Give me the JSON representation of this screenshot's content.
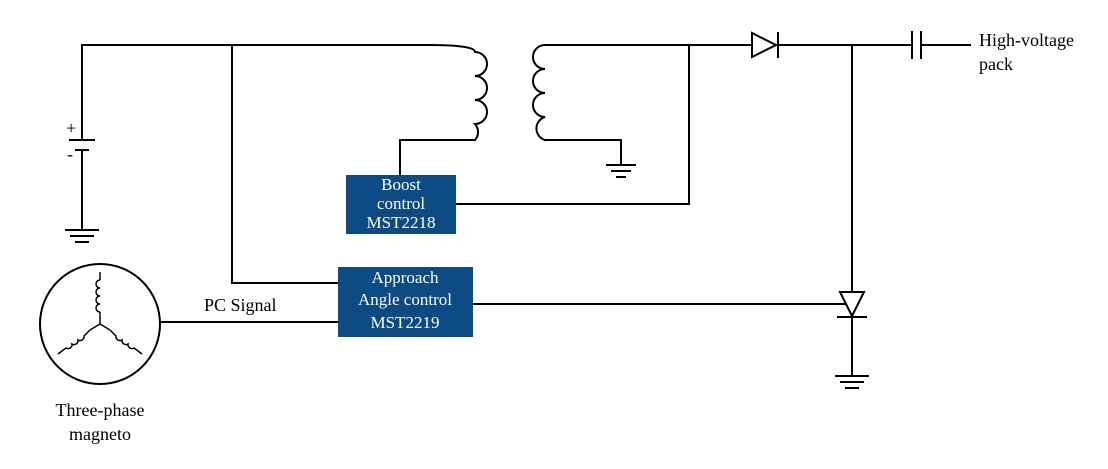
{
  "blocks": {
    "boost": {
      "lines": [
        "Boost",
        "control",
        "MST2218"
      ]
    },
    "angle": {
      "lines": [
        "Approach",
        "Angle control",
        "MST2219"
      ]
    }
  },
  "labels": {
    "hv_pack": [
      "High-voltage",
      "pack"
    ],
    "pc_signal": "PC Signal",
    "magneto": [
      "Three-phase",
      "magneto"
    ],
    "battery_plus": "+",
    "battery_minus": "-"
  },
  "colors": {
    "block_fill": "#0b4a82",
    "block_text": "#ffffff",
    "wire": "#000000"
  }
}
